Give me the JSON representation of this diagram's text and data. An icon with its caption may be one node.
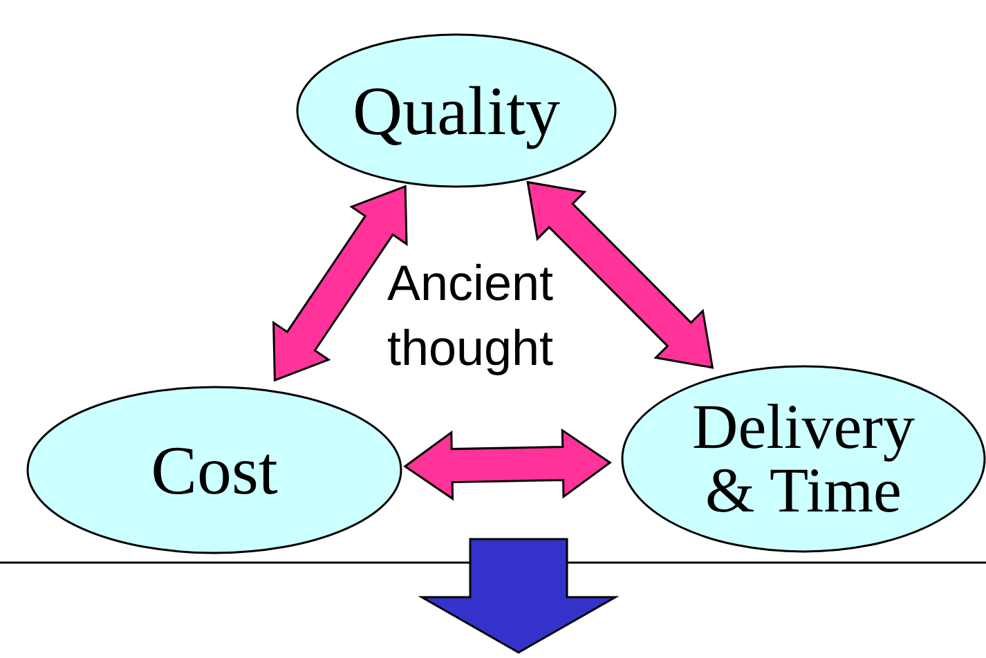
{
  "diagram": {
    "nodes": [
      {
        "text": [
          "Quality"
        ]
      },
      {
        "text": [
          "Cost"
        ]
      },
      {
        "text": [
          "Delivery & Time"
        ]
      }
    ],
    "edges": [
      {
        "from": 0,
        "to": 1,
        "arrow": "both"
      },
      {
        "from": 0,
        "to": 2,
        "arrow": "both"
      },
      {
        "from": 1,
        "to": 2,
        "arrow": "both"
      }
    ],
    "labels": [
      "Ancient thought"
    ]
  }
}
